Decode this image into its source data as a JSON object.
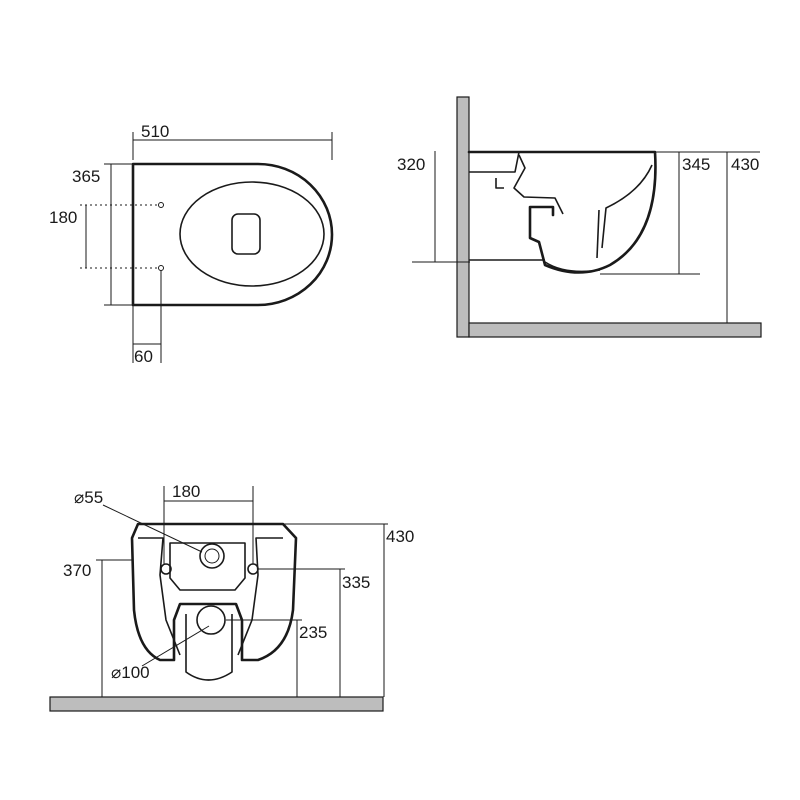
{
  "top_view": {
    "width_label": "510",
    "depth_label": "365",
    "fixing_spacing_label": "180",
    "fixing_offset_label": "60"
  },
  "side_view": {
    "inlet_height_label": "320",
    "outlet_height_label": "345",
    "total_height_label": "430"
  },
  "front_view": {
    "inlet_diameter_label": "⌀55",
    "fixing_spacing_label": "180",
    "total_height_label": "430",
    "left_height_label": "370",
    "fixing_height_label": "335",
    "outlet_height_label": "235",
    "outlet_diameter_label": "⌀100"
  },
  "colors": {
    "line": "#1a1a1a",
    "wall_fill": "#bdbdbd",
    "background": "#ffffff"
  }
}
